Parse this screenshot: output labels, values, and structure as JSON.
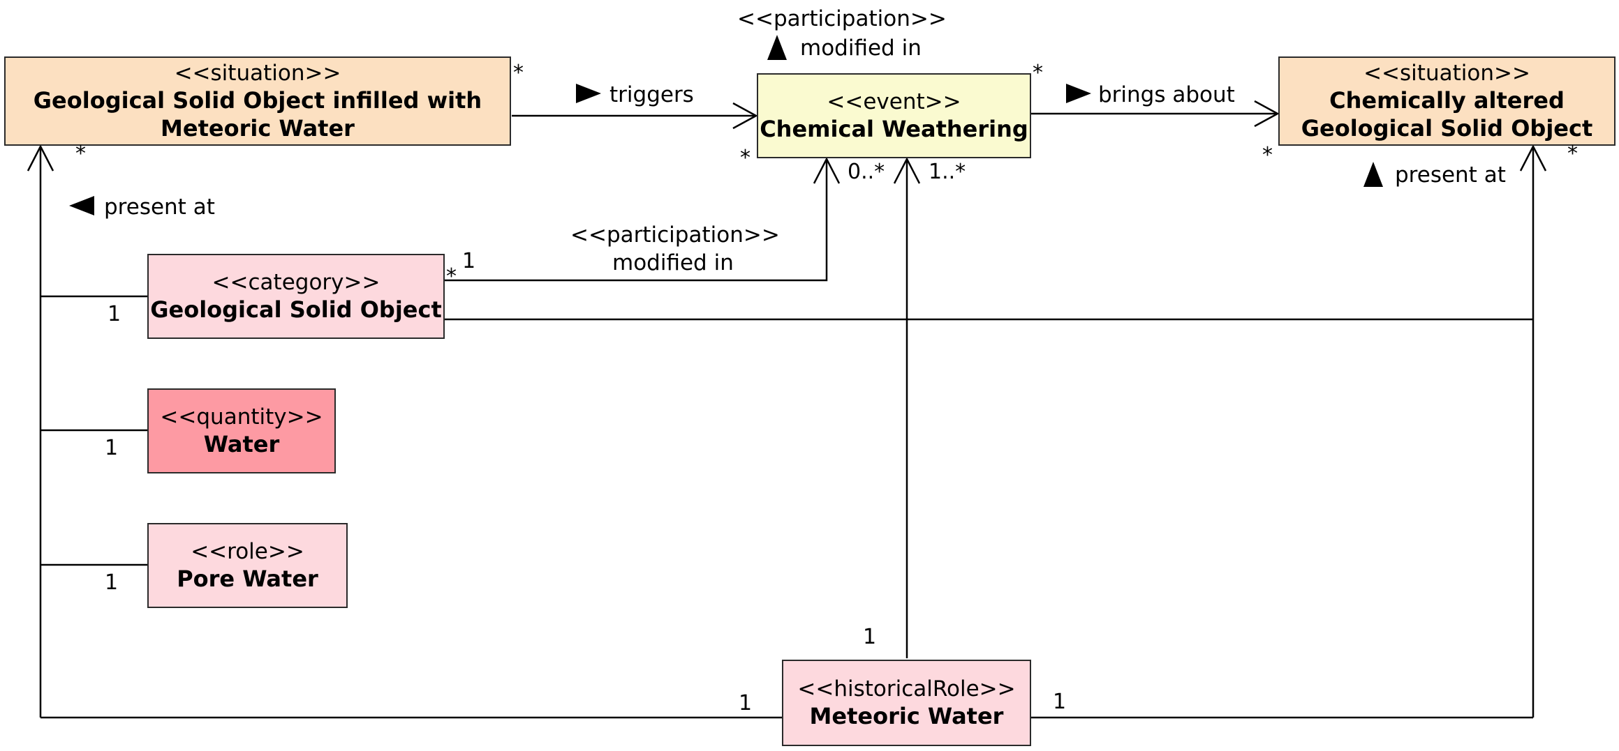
{
  "colors": {
    "situation": "#fce0c1",
    "event": "#fafad0",
    "category": "#fdd9de",
    "quantity": "#fd9aa3",
    "role": "#fdd9de",
    "historicalRole": "#fdd9de"
  },
  "classes": {
    "situation_infilled": {
      "stereotype": "<<situation>>",
      "name_line1": "Geological Solid Object infilled with",
      "name_line2": "Meteoric Water"
    },
    "event_weathering": {
      "stereotype": "<<event>>",
      "name": "Chemical Weathering"
    },
    "situation_altered": {
      "stereotype": "<<situation>>",
      "name_line1": "Chemically altered",
      "name_line2": "Geological Solid Object"
    },
    "category_gso": {
      "stereotype": "<<category>>",
      "name": "Geological Solid Object"
    },
    "quantity_water": {
      "stereotype": "<<quantity>>",
      "name": "Water"
    },
    "role_pore": {
      "stereotype": "<<role>>",
      "name": "Pore Water"
    },
    "historical_meteoric": {
      "stereotype": "<<historicalRole>>",
      "name": "Meteoric Water"
    }
  },
  "associations": {
    "top_participation": {
      "stereotype": "<<participation>>",
      "label": "modified in",
      "direction_icon": "triangle-up-icon"
    },
    "triggers": {
      "label": "triggers",
      "direction_icon": "triangle-right-icon"
    },
    "brings_about": {
      "label": "brings about",
      "direction_icon": "triangle-right-icon"
    },
    "present_at_left": {
      "label": "present at",
      "direction_icon": "triangle-left-icon"
    },
    "present_at_right": {
      "label": "present at",
      "direction_icon": "triangle-up-icon"
    },
    "gso_participation": {
      "stereotype": "<<participation>>",
      "label": "modified in"
    }
  },
  "multiplicities": {
    "star": "*",
    "one": "1",
    "zero_to_many": "0..*",
    "one_to_many": "1..*"
  }
}
